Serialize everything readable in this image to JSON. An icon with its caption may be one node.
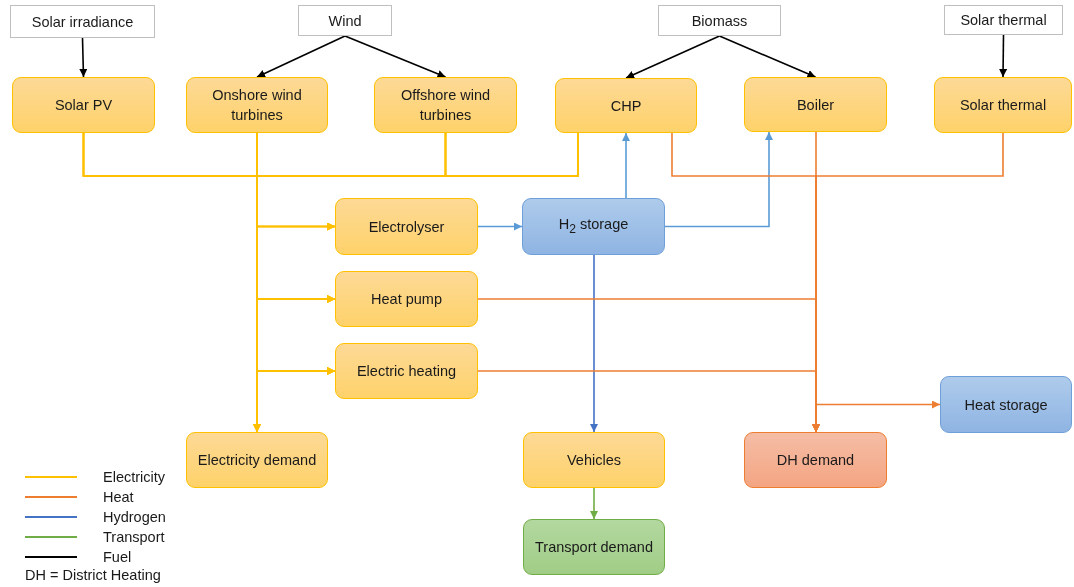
{
  "diagram": {
    "nodes": [
      {
        "text": [
          "Solar irradiance"
        ]
      },
      {
        "text": [
          "Wind"
        ]
      },
      {
        "text": [
          "Biomass"
        ]
      },
      {
        "text": [
          "Solar thermal"
        ]
      },
      {
        "text": [
          "Solar PV"
        ]
      },
      {
        "text": [
          "Onshore wind turbines"
        ]
      },
      {
        "text": [
          "Offshore wind turbines"
        ]
      },
      {
        "text": [
          "CHP"
        ]
      },
      {
        "text": [
          "Boiler"
        ]
      },
      {
        "text": [
          "Solar thermal"
        ]
      },
      {
        "text": [
          "Electrolyser"
        ]
      },
      {
        "text": [
          "H$_{2}$ storage"
        ]
      },
      {
        "text": [
          "Heat pump"
        ]
      },
      {
        "text": [
          "Electric heating"
        ]
      },
      {
        "text": [
          "Heat storage"
        ]
      },
      {
        "text": [
          "Electricity demand"
        ]
      },
      {
        "text": [
          "Vehicles"
        ]
      },
      {
        "text": [
          "DH demand"
        ]
      },
      {
        "text": [
          "Transport demand"
        ]
      }
    ],
    "edges": [
      {
        "from": 0,
        "to": 4,
        "arrow": "to",
        "color": "#000000"
      },
      {
        "from": 1,
        "to": 5,
        "arrow": "to",
        "color": "#000000"
      },
      {
        "from": 1,
        "to": 6,
        "arrow": "to",
        "color": "#000000"
      },
      {
        "from": 2,
        "to": 7,
        "arrow": "to",
        "color": "#000000"
      },
      {
        "from": 2,
        "to": 8,
        "arrow": "to",
        "color": "#000000"
      },
      {
        "from": 3,
        "to": 9,
        "arrow": "to",
        "color": "#000000"
      },
      {
        "from": 4,
        "to": 10,
        "arrow": "to"
      },
      {
        "from": 4,
        "to": 12,
        "arrow": "to"
      },
      {
        "from": 4,
        "to": 13,
        "arrow": "to"
      },
      {
        "from": 4,
        "to": 15,
        "arrow": "to"
      },
      {
        "from": 5,
        "to": 10,
        "arrow": "to"
      },
      {
        "from": 5,
        "to": 12,
        "arrow": "to"
      },
      {
        "from": 5,
        "to": 13,
        "arrow": "to"
      },
      {
        "from": 5,
        "to": 15,
        "arrow": "to"
      },
      {
        "from": 6,
        "to": 10,
        "arrow": "to"
      },
      {
        "from": 6,
        "to": 12,
        "arrow": "to"
      },
      {
        "from": 6,
        "to": 13,
        "arrow": "to"
      },
      {
        "from": 6,
        "to": 15,
        "arrow": "to"
      },
      {
        "from": 7,
        "to": 10,
        "arrow": "to"
      },
      {
        "from": 7,
        "to": 12,
        "arrow": "to"
      },
      {
        "from": 7,
        "to": 13,
        "arrow": "to"
      },
      {
        "from": 7,
        "to": 15,
        "arrow": "to"
      },
      {
        "from": 10,
        "to": 11,
        "arrow": "to",
        "color": "#5b9bd5"
      },
      {
        "from": 11,
        "to": 7,
        "arrow": "to",
        "color": "#5b9bd5"
      },
      {
        "from": 11,
        "to": 8,
        "arrow": "to",
        "color": "#5b9bd5"
      },
      {
        "from": 11,
        "to": 16,
        "arrow": "to",
        "color": "#4472c4"
      },
      {
        "from": 16,
        "to": 18,
        "arrow": "to",
        "color": "#70ad47"
      },
      {
        "from": 7,
        "to": 17,
        "arrow": "to",
        "color": "#ed7d31"
      },
      {
        "from": 9,
        "to": 17,
        "arrow": "to",
        "color": "#ed7d31"
      },
      {
        "from": 8,
        "to": 17,
        "arrow": "to",
        "color": "#ed7d31"
      },
      {
        "from": 12,
        "to": 17,
        "arrow": "to",
        "color": "#ed7d31"
      },
      {
        "from": 13,
        "to": 17,
        "arrow": "to",
        "color": "#ed7d31"
      },
      {
        "from": 14,
        "to": 17,
        "arrow": "both",
        "color": "#ed7d31"
      }
    ],
    "labels": [
      "DH = District Heating"
    ],
    "legend": [
      {
        "text": "Electricity",
        "color": "#ffc000"
      },
      {
        "text": "Heat",
        "color": "#ed7d31"
      },
      {
        "text": "Hydrogen",
        "color": "#4472c4"
      },
      {
        "text": "Transport",
        "color": "#70ad47"
      },
      {
        "text": "Fuel",
        "color": "#000000"
      }
    ]
  }
}
